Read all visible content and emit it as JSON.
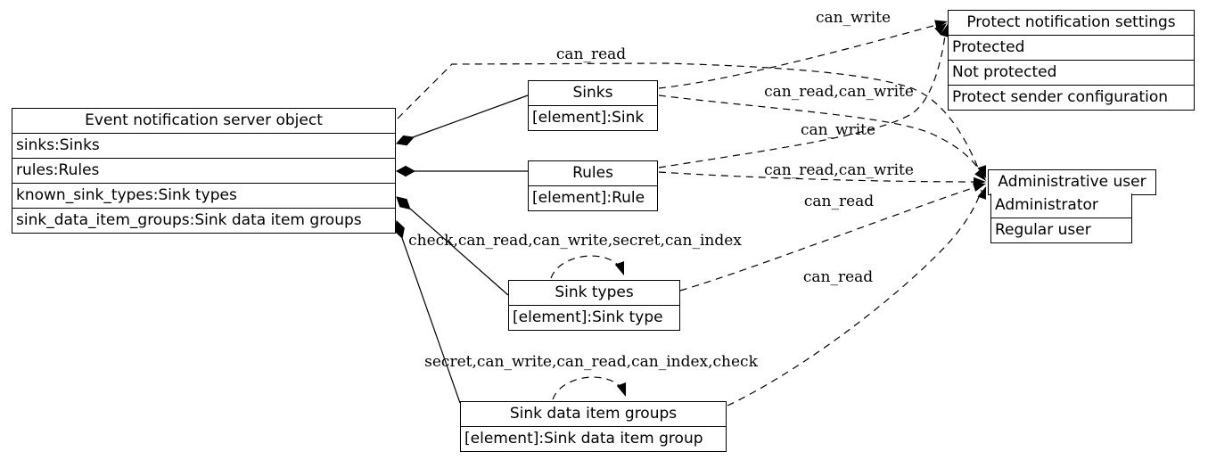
{
  "diagram": {
    "nodes": {
      "server": {
        "title": "Event notification server object",
        "rows": [
          "sinks:Sinks",
          "rules:Rules",
          "known_sink_types:Sink types",
          "sink_data_item_groups:Sink data item groups"
        ]
      },
      "sinks": {
        "title": "Sinks",
        "rows": [
          "[element]:Sink"
        ]
      },
      "rules": {
        "title": "Rules",
        "rows": [
          "[element]:Rule"
        ]
      },
      "sink_types": {
        "title": "Sink types",
        "rows": [
          "[element]:Sink type"
        ]
      },
      "sink_data_item_groups": {
        "title": "Sink data item groups",
        "rows": [
          "[element]:Sink data item group"
        ]
      },
      "protect": {
        "title": "Protect notification settings",
        "rows": [
          "Protected",
          "Not protected",
          "Protect sender configuration"
        ]
      },
      "admin": {
        "title": "Administrative user",
        "rows": [
          "Administrator",
          "Regular user"
        ]
      }
    },
    "edges": {
      "server_admin": {
        "label": "can_read"
      },
      "sinks_protect": {
        "label": "can_write"
      },
      "sinks_admin": {
        "label": "can_read,can_write"
      },
      "rules_protect": {
        "label": "can_write"
      },
      "rules_admin": {
        "label": "can_read,can_write"
      },
      "sink_types_admin": {
        "label": "can_read"
      },
      "sink_data_item_groups_admin": {
        "label": "can_read"
      },
      "sink_types_self": {
        "label": "check,can_read,can_write,secret,can_index"
      },
      "sink_data_item_groups_self": {
        "label": "secret,can_write,can_read,can_index,check"
      }
    },
    "colors": {
      "line": "#000000",
      "background": "#ffffff"
    }
  }
}
